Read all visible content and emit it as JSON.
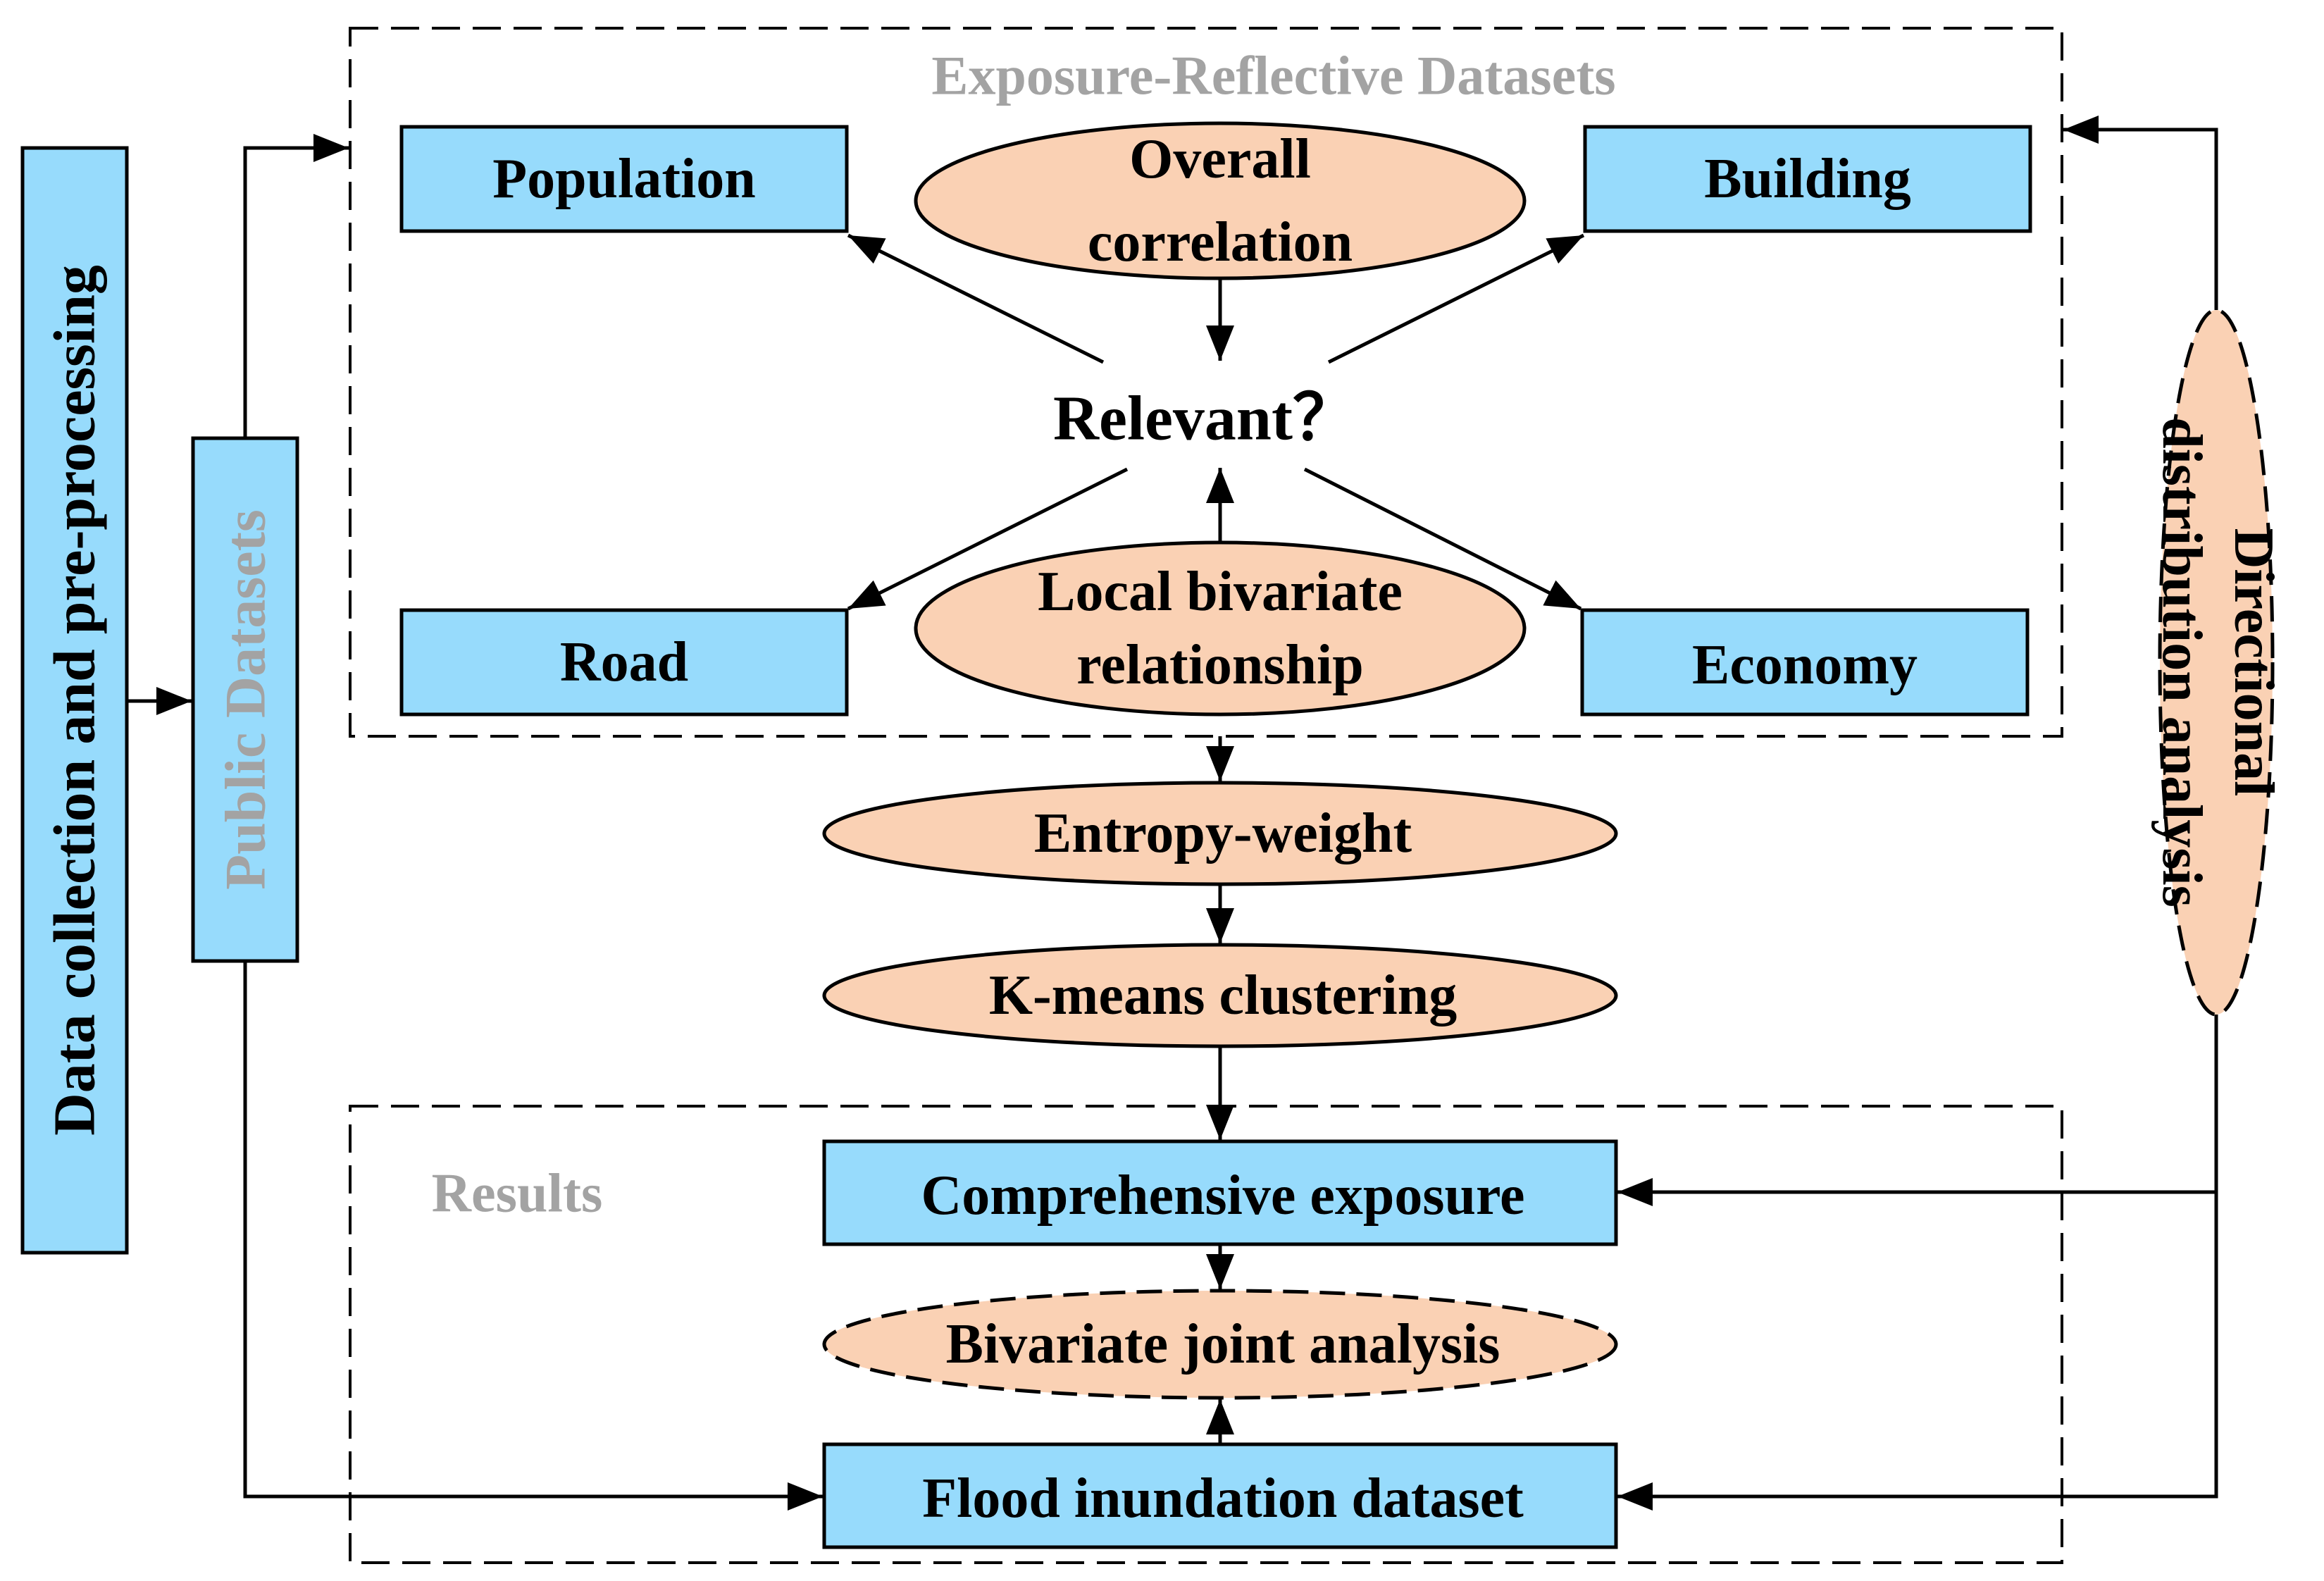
{
  "diagram": {
    "left_bar": {
      "label": "Data collection and pre-processing"
    },
    "public_datasets": {
      "label": "Public Datasets"
    },
    "exposure_group": {
      "title": "Exposure-Reflective Datasets",
      "population": "Population",
      "building": "Building",
      "road": "Road",
      "economy": "Economy",
      "overall_correlation": [
        "Overall",
        "correlation"
      ],
      "relevant": "Relevant？",
      "local_bivariate": [
        "Local bivariate",
        "relationship"
      ]
    },
    "entropy_weight": "Entropy-weight",
    "kmeans": "K-means clustering",
    "results_group": {
      "title": "Results",
      "comprehensive_exposure": "Comprehensive exposure",
      "bivariate_joint": "Bivariate joint analysis",
      "flood_inundation": "Flood inundation dataset"
    },
    "directional": [
      "Directional",
      "distribution analysis"
    ],
    "colors": {
      "box_fill": "#97dbfc",
      "ellipse_fill": "#fad1b4",
      "group_title": "#a3a3a3",
      "stroke": "#000000"
    }
  }
}
